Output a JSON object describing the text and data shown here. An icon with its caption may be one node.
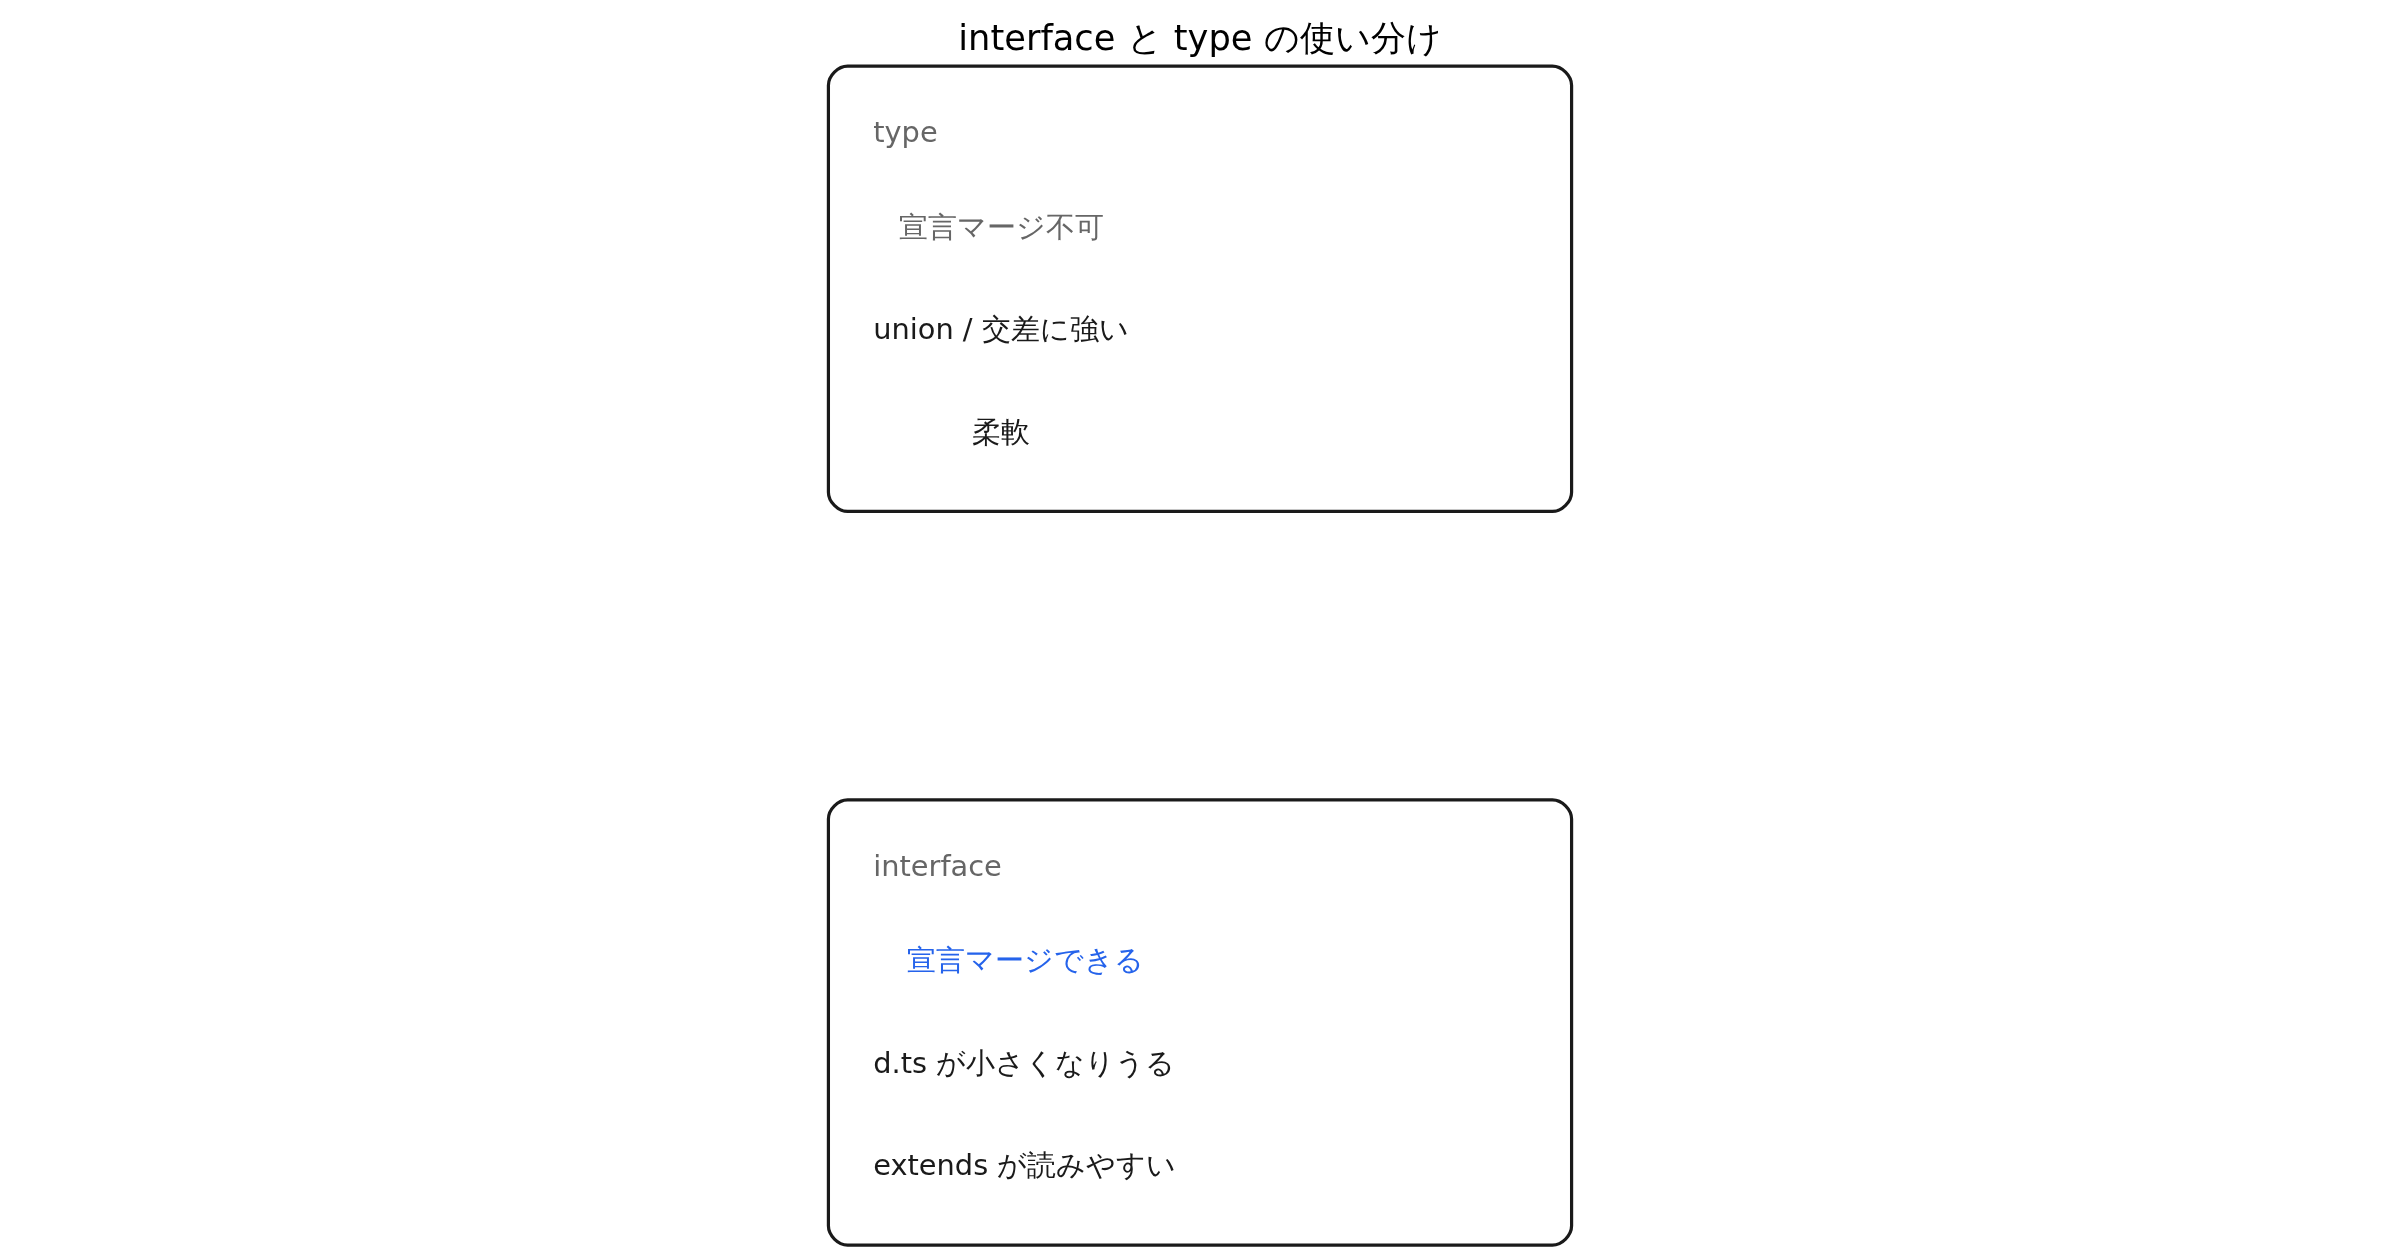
{
  "diagram": {
    "title": "interface と type の使い分け",
    "nodes": [
      {
        "text": [
          "interface",
          "宣言マージできる",
          "d.ts が小さくなりうる",
          "extends が読みやすい"
        ]
      },
      {
        "text": [
          "type",
          "宣言マージ不可",
          "union / 交差に強い",
          "柔軟"
        ]
      }
    ]
  }
}
